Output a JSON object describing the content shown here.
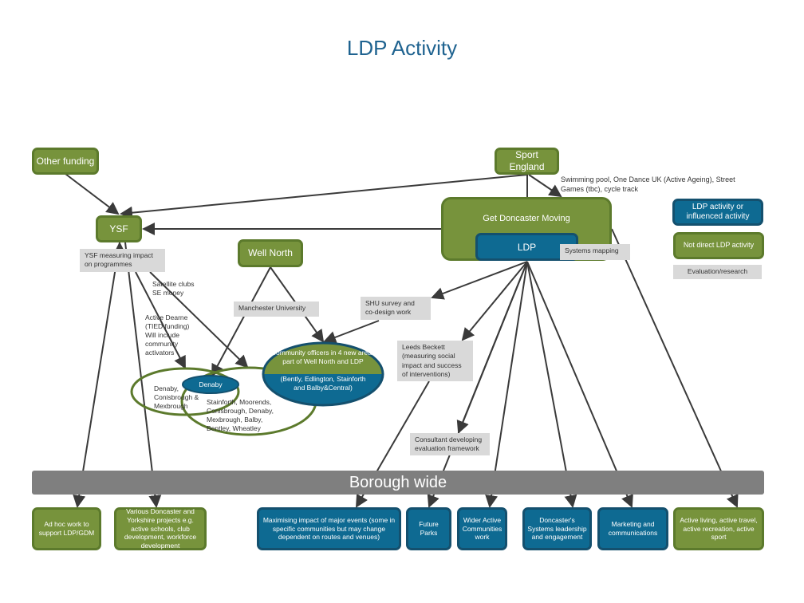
{
  "title": "LDP Activity",
  "nodes": {
    "other_funding": "Other funding",
    "sport_england": "Sport England",
    "sport_england_note": "Swimming pool, One Dance UK (Active Ageing), Street Games (tbc), cycle track",
    "gdm": "Get Doncaster Moving",
    "ldp": "LDP",
    "systems_mapping": "Systems mapping",
    "ysf": "YSF",
    "ysf_measuring": "YSF measuring impact on programmes",
    "well_north": "Well North",
    "satellite": "Satellite clubs SE money",
    "active_dearne": "Active Dearne (TIED funding) Will include community activators",
    "manchester": "Manchester University",
    "shu": "SHU survey and co-design work",
    "leeds": "Leeds Beckett (measuring social impact and success of interventions)",
    "community_top": "Community officers in 4 new areas part of Well North and LDP",
    "community_bottom": "(Bently, Edlington, Stainforth and Balby&Central)",
    "denaby": "Denaby",
    "denaby_area": "Denaby, Conisbrough & Mexbrough",
    "stainforth_area": "Stainforth, Moorends, Conisbrough, Denaby, Mexbrough, Balby, Bentley, Wheatley",
    "consultant": "Consultant developing evaluation framework",
    "borough": "Borough wide"
  },
  "legend": {
    "blue": "LDP activity or influenced activity",
    "green": "Not direct LDP activity",
    "grey": "Evaluation/research"
  },
  "bottom": [
    {
      "label": "Ad hoc work to support LDP/GDM",
      "type": "green"
    },
    {
      "label": "Various Doncaster and Yorkshire projects e.g. active schools, club development, workforce development",
      "type": "green"
    },
    {
      "label": "Maximising impact of major events (some in specific communities but may change dependent on routes and venues)",
      "type": "blue"
    },
    {
      "label": "Future Parks",
      "type": "blue"
    },
    {
      "label": "Wider Active Communities work",
      "type": "blue"
    },
    {
      "label": "Doncaster's Systems leadership and engagement",
      "type": "blue"
    },
    {
      "label": "Marketing and communications",
      "type": "blue"
    },
    {
      "label": "Active living, active travel, active recreation, active sport",
      "type": "green"
    }
  ],
  "colors": {
    "green": "#77933c",
    "blue": "#0e6a92",
    "grey": "#d9d9d9",
    "bar": "#7f7f7f",
    "title": "#1f6390"
  }
}
